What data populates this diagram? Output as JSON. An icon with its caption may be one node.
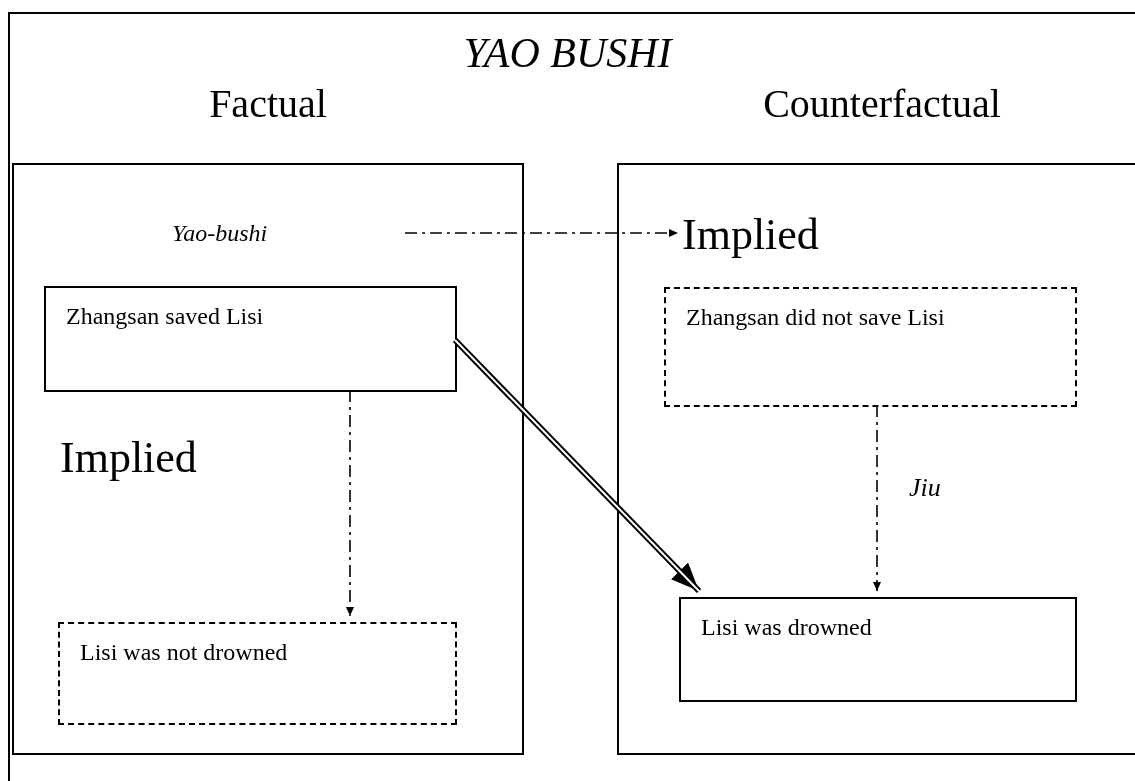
{
  "diagram": {
    "title": "YAO BUSHI",
    "nodes": [
      {
        "text": [
          "Factual"
        ]
      },
      {
        "text": [
          "Yao-bushi"
        ],
        "in": 0
      },
      {
        "text": [
          "Zhangsan saved Lisi"
        ],
        "in": 0
      },
      {
        "text": [
          "Lisi was not drowned"
        ],
        "in": 0
      },
      {
        "text": [
          "Counterfactual"
        ]
      },
      {
        "text": [
          "Implied"
        ],
        "in": 4
      },
      {
        "text": [
          "Zhangsan did not save Lisi"
        ],
        "in": 4
      },
      {
        "text": [
          "Lisi was drowned"
        ],
        "in": 4
      }
    ],
    "edges": [
      {
        "from": 1,
        "to": 5,
        "arrow": "to",
        "style": "dashed"
      },
      {
        "from": 2,
        "to": 3,
        "arrow": "to",
        "style": "dashed"
      },
      {
        "from": 6,
        "to": 7,
        "arrow": "to",
        "style": "dashed",
        "label": "Jiu"
      },
      {
        "from": 2,
        "to": 7,
        "arrow": "to",
        "style": "thick"
      }
    ],
    "labels": [
      "Implied"
    ]
  }
}
